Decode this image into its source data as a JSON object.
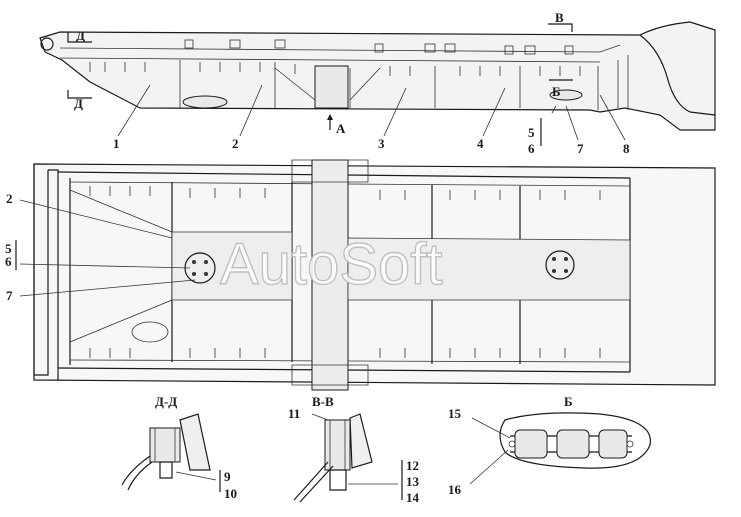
{
  "watermark": "AutoSoft",
  "section_titles": {
    "dd": "Д-Д",
    "vv": "В-В",
    "b": "Б"
  },
  "view_markers": {
    "d_top": "Д",
    "d_bottom": "Д",
    "v_top": "В",
    "b_mark": "Б",
    "a_mark": "А"
  },
  "callouts": {
    "top_view": [
      "1",
      "2",
      "3",
      "4",
      "5",
      "6",
      "7",
      "8"
    ],
    "plan_view": [
      "2",
      "5",
      "6",
      "7"
    ],
    "section_dd": [
      "9",
      "10"
    ],
    "section_vv": [
      "11",
      "12",
      "13",
      "14"
    ],
    "view_b": [
      "15",
      "16"
    ]
  }
}
